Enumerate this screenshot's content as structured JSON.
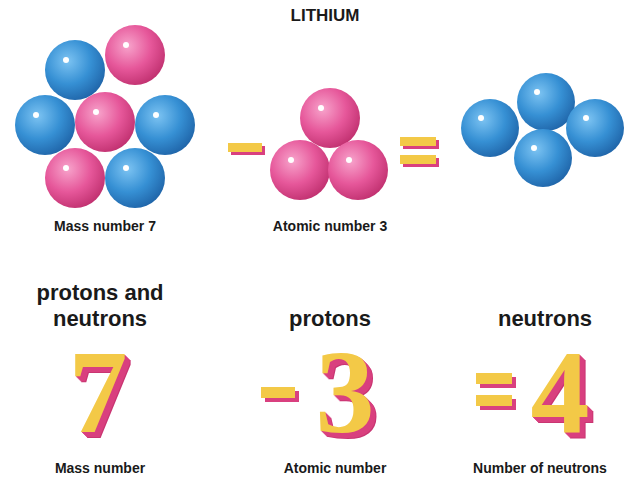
{
  "diagram": {
    "title": "LITHIUM",
    "labels": [
      "Mass number 7",
      "Atomic number 3",
      "protons and neutrons",
      "7",
      "Mass number",
      "protons",
      "3",
      "Atomic number",
      "neutrons",
      "4",
      "Number of neutrons"
    ]
  }
}
